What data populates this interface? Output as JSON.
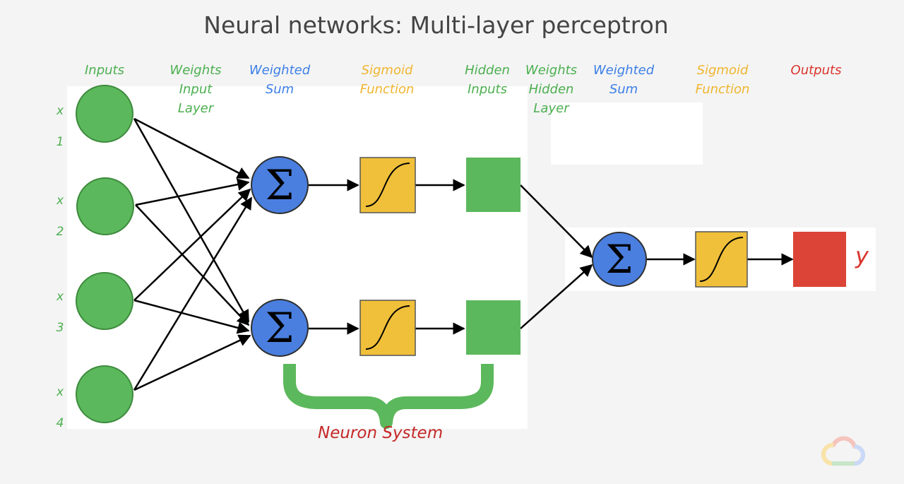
{
  "title": "Neural networks: Multi-layer perceptron",
  "headers": {
    "inputs": "Inputs",
    "weights_input": "Weights\nInput\nLayer",
    "weighted_sum_1": "Weighted\nSum",
    "sigmoid_1": "Sigmoid\nFunction",
    "hidden_inputs": "Hidden\nInputs",
    "weights_hidden": "Weights\nHidden\nLayer",
    "weighted_sum_2": "Weighted\nSum",
    "sigmoid_2": "Sigmoid\nFunction",
    "outputs": "Outputs"
  },
  "inputs": [
    {
      "label": "x\n1"
    },
    {
      "label": "x\n2"
    },
    {
      "label": "x\n3"
    },
    {
      "label": "x\n4"
    }
  ],
  "output_label": "y",
  "neuron_system_label": "Neuron System",
  "colors": {
    "input_green": "#5cb85c",
    "sum_blue": "#4a7fe0",
    "sigmoid_yellow": "#f0c03a",
    "hidden_green": "#5cb85c",
    "output_red": "#db4437",
    "brace_green": "#5cb85c"
  },
  "icons": {
    "sum": "sigma-icon",
    "sigmoid": "sigmoid-curve-icon",
    "logo": "cloud-logo-icon"
  }
}
